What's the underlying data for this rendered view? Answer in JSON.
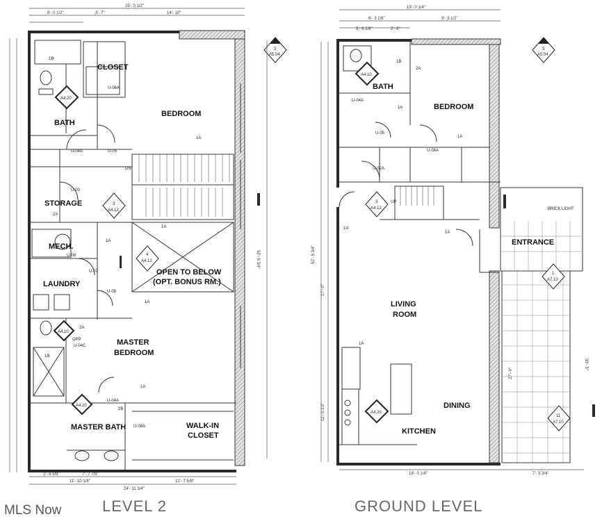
{
  "captions": {
    "level2": "LEVEL 2",
    "ground": "GROUND LEVEL",
    "watermark": "MLS Now"
  },
  "rooms": {
    "closet": "CLOSET",
    "bedroom_l2": "BEDROOM",
    "bath_l2": "BATH",
    "storage": "STORAGE",
    "mech": "MECH.",
    "laundry": "LAUNDRY",
    "open_below_1": "OPEN TO BELOW",
    "open_below_2": "(OPT. BONUS RM.)",
    "master_bed_1": "MASTER",
    "master_bed_2": "BEDROOM",
    "master_bath": "MASTER BATH",
    "walkin_1": "WALK-IN",
    "walkin_2": "CLOSET",
    "bath_g": "BATH",
    "bedroom_g": "BEDROOM",
    "entrance": "ENTRANCE",
    "living_1": "LIVING",
    "living_2": "ROOM",
    "dining": "DINING",
    "kitchen": "KITCHEN",
    "brick": "BRICK LIGHT"
  },
  "dims": {
    "l2_total": "25'- 0 1/2\"",
    "l2_a": "6'- 0 1/2\"",
    "l2_b": "3'- 7\"",
    "l2_c": "14'- 10\"",
    "l2_bot1": "11'- 10 1/8\"",
    "l2_bot2": "12'- 7 5/8\"",
    "l2_bot_total": "24'- 11 3/4\"",
    "l2_bot_a": "2'- 6 5/8\"",
    "l2_bot_b": "7'- 7 7/8\"",
    "l2_right": "52'- 6 3/4\"",
    "g_total": "19'- 0 1/4\"",
    "g_a": "6'- 3 1/8\"",
    "g_b": "9'- 3 1/2\"",
    "g_c": "2'- 6\"",
    "g_d": "5'- 6 1/8\"",
    "g_bot": "18'- 0 1/4\"",
    "g_bot_b": "7'- 5 3/4\"",
    "g_left": "52'- 5 3/4\"",
    "g_mid1": "17'- 0\"",
    "g_mid2": "11'- 0 1/2\"",
    "g_right1": "27'- 9\"",
    "g_right2": "33'- 5\""
  },
  "tags": {
    "sec1_n": "3",
    "sec1_s": "A5.04",
    "sec2_n": "3",
    "sec2_s": "A5.04",
    "sec3_n": "3",
    "sec3_s": "A4.12",
    "sec4_n": "4",
    "sec4_s": "A4.12",
    "sec5_n": "3",
    "sec5_s": "A4.12",
    "sec6_n": "1",
    "sec6_s": "A7.10",
    "sec7_n": "11",
    "sec7_s": "A7.10",
    "elev1": "A4.20",
    "elev2": "A4.10",
    "elev3": "A4.20",
    "elev4": "A4.10",
    "elev5": "A4.20",
    "d_u04a": "U-04A",
    "d_u05": "U-05",
    "d_u03": "U-03",
    "d_u08": "U-08",
    "d_u07": "U-07",
    "d_u06a": "U-06A",
    "d_u04c": "U-04C",
    "d_u02a": "U-02A",
    "d_1a": "1A",
    "d_2a": "2A",
    "d_1b": "1B",
    "d_2b": "2B",
    "d_up": "UP",
    "d_dn": "DN",
    "d_opp": "OPP"
  }
}
